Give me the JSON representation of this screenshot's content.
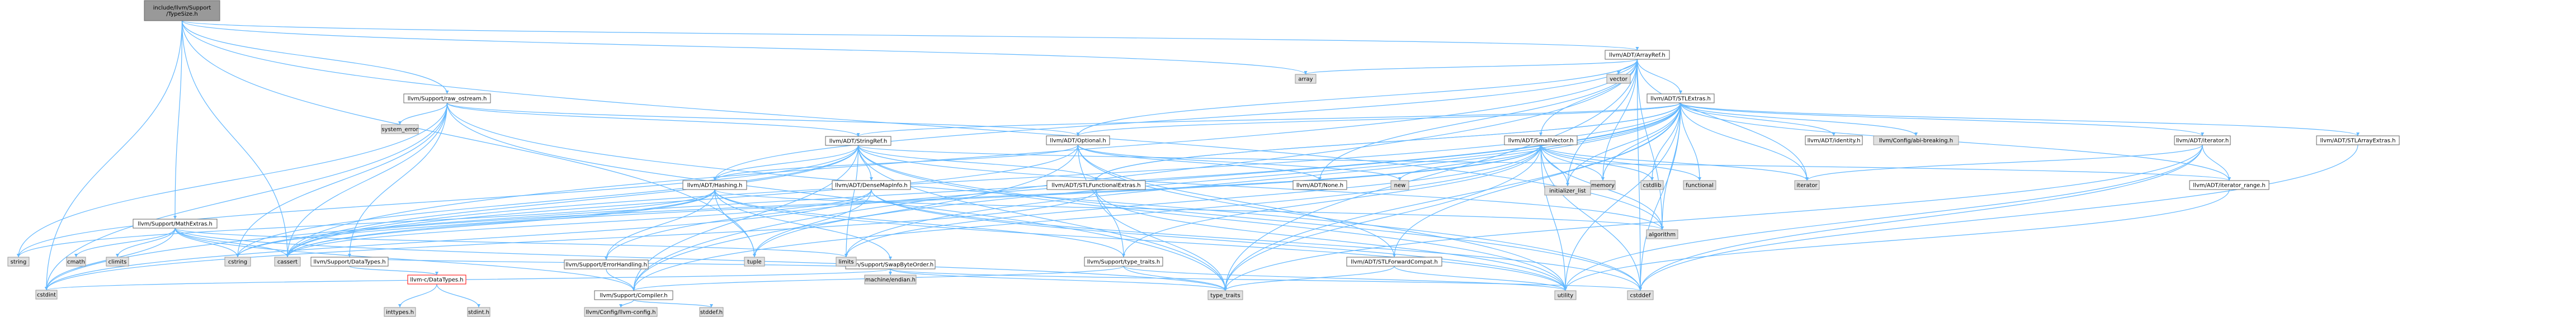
{
  "nodes": [
    {
      "id": "root",
      "label": "include/llvm/Support\n/TypeSize.h",
      "kind": "root"
    },
    {
      "id": "arrayref",
      "label": "llvm/ADT/ArrayRef.h",
      "kind": "header"
    },
    {
      "id": "vector",
      "label": "vector",
      "kind": "system"
    },
    {
      "id": "array",
      "label": "array",
      "kind": "system"
    },
    {
      "id": "rawos",
      "label": "llvm/Support/raw_ostream.h",
      "kind": "header"
    },
    {
      "id": "stlextras",
      "label": "llvm/ADT/STLExtras.h",
      "kind": "header"
    },
    {
      "id": "mathextras",
      "label": "llvm/Support/MathExtras.h",
      "kind": "header"
    },
    {
      "id": "systemerror",
      "label": "system_error",
      "kind": "system"
    },
    {
      "id": "stringref",
      "label": "llvm/ADT/StringRef.h",
      "kind": "header"
    },
    {
      "id": "optional",
      "label": "llvm/ADT/Optional.h",
      "kind": "header"
    },
    {
      "id": "smallvector",
      "label": "llvm/ADT/SmallVector.h",
      "kind": "header"
    },
    {
      "id": "identity",
      "label": "llvm/ADT/identity.h",
      "kind": "header"
    },
    {
      "id": "abibreaking",
      "label": "llvm/Config/abi-breaking.h",
      "kind": "system"
    },
    {
      "id": "iteratorh",
      "label": "llvm/ADT/iterator.h",
      "kind": "header"
    },
    {
      "id": "stlarrayextras",
      "label": "llvm/ADT/STLArrayExtras.h",
      "kind": "header"
    },
    {
      "id": "hashing",
      "label": "llvm/ADT/Hashing.h",
      "kind": "header"
    },
    {
      "id": "densemapinfo",
      "label": "llvm/ADT/DenseMapInfo.h",
      "kind": "header"
    },
    {
      "id": "stlfunctional",
      "label": "llvm/ADT/STLFunctionalExtras.h",
      "kind": "header"
    },
    {
      "id": "none",
      "label": "llvm/ADT/None.h",
      "kind": "header"
    },
    {
      "id": "new",
      "label": "new",
      "kind": "system"
    },
    {
      "id": "initlist",
      "label": "initializer_list",
      "kind": "system"
    },
    {
      "id": "memory",
      "label": "memory",
      "kind": "system"
    },
    {
      "id": "cstdlib",
      "label": "cstdlib",
      "kind": "system"
    },
    {
      "id": "functional",
      "label": "functional",
      "kind": "system"
    },
    {
      "id": "iterator",
      "label": "iterator",
      "kind": "system"
    },
    {
      "id": "iterrange",
      "label": "llvm/ADT/iterator_range.h",
      "kind": "header"
    },
    {
      "id": "algorithm",
      "label": "algorithm",
      "kind": "system"
    },
    {
      "id": "string",
      "label": "string",
      "kind": "system"
    },
    {
      "id": "cmath",
      "label": "cmath",
      "kind": "system"
    },
    {
      "id": "climits",
      "label": "climits",
      "kind": "system"
    },
    {
      "id": "cstring",
      "label": "cstring",
      "kind": "system"
    },
    {
      "id": "cassert",
      "label": "cassert",
      "kind": "system"
    },
    {
      "id": "datatypes",
      "label": "llvm/Support/DataTypes.h",
      "kind": "header"
    },
    {
      "id": "errorhandling",
      "label": "llvm/Support/ErrorHandling.h",
      "kind": "header"
    },
    {
      "id": "swapbyteorder",
      "label": "llvm/Support/SwapByteOrder.h",
      "kind": "header"
    },
    {
      "id": "tuple",
      "label": "tuple",
      "kind": "system"
    },
    {
      "id": "limits",
      "label": "limits",
      "kind": "system"
    },
    {
      "id": "typetraitsh",
      "label": "llvm/Support/type_traits.h",
      "kind": "header"
    },
    {
      "id": "stlforward",
      "label": "llvm/ADT/STLForwardCompat.h",
      "kind": "header"
    },
    {
      "id": "cstdint",
      "label": "cstdint",
      "kind": "system"
    },
    {
      "id": "cdatatypes",
      "label": "llvm-c/DataTypes.h",
      "kind": "bad"
    },
    {
      "id": "compiler",
      "label": "llvm/Support/Compiler.h",
      "kind": "header"
    },
    {
      "id": "machendian",
      "label": "machine/endian.h",
      "kind": "system"
    },
    {
      "id": "typetraits",
      "label": "type_traits",
      "kind": "system"
    },
    {
      "id": "utility",
      "label": "utility",
      "kind": "system"
    },
    {
      "id": "cstddef",
      "label": "cstddef",
      "kind": "system"
    },
    {
      "id": "inttypes",
      "label": "inttypes.h",
      "kind": "system"
    },
    {
      "id": "stdint",
      "label": "stdint.h",
      "kind": "system"
    },
    {
      "id": "llvmconfig",
      "label": "llvm/Config/llvm-config.h",
      "kind": "system"
    },
    {
      "id": "stddef",
      "label": "stddef.h",
      "kind": "system"
    }
  ],
  "edges": [
    [
      "root",
      "arrayref"
    ],
    [
      "root",
      "rawos"
    ],
    [
      "root",
      "mathextras"
    ],
    [
      "root",
      "cassert"
    ],
    [
      "root",
      "cstdint"
    ],
    [
      "root",
      "algorithm"
    ],
    [
      "root",
      "array"
    ],
    [
      "root",
      "tuple"
    ],
    [
      "arrayref",
      "vector"
    ],
    [
      "arrayref",
      "array"
    ],
    [
      "arrayref",
      "stlextras"
    ],
    [
      "arrayref",
      "smallvector"
    ],
    [
      "arrayref",
      "hashing"
    ],
    [
      "arrayref",
      "none"
    ],
    [
      "arrayref",
      "optional"
    ],
    [
      "arrayref",
      "compiler"
    ],
    [
      "arrayref",
      "algorithm"
    ],
    [
      "arrayref",
      "cassert"
    ],
    [
      "arrayref",
      "cstddef"
    ],
    [
      "arrayref",
      "initlist"
    ],
    [
      "arrayref",
      "iterator"
    ],
    [
      "arrayref",
      "memory"
    ],
    [
      "arrayref",
      "typetraits"
    ],
    [
      "rawos",
      "stringref"
    ],
    [
      "rawos",
      "optional"
    ],
    [
      "rawos",
      "datatypes"
    ],
    [
      "rawos",
      "cassert"
    ],
    [
      "rawos",
      "cstddef"
    ],
    [
      "rawos",
      "cstdint"
    ],
    [
      "rawos",
      "cstring"
    ],
    [
      "rawos",
      "string"
    ],
    [
      "rawos",
      "systemerror"
    ],
    [
      "rawos",
      "typetraits"
    ],
    [
      "stlextras",
      "identity"
    ],
    [
      "stlextras",
      "abibreaking"
    ],
    [
      "stlextras",
      "iteratorh"
    ],
    [
      "stlextras",
      "stlarrayextras"
    ],
    [
      "stlextras",
      "iterrange"
    ],
    [
      "stlextras",
      "stlforward"
    ],
    [
      "stlextras",
      "stlfunctional"
    ],
    [
      "stlextras",
      "errorhandling"
    ],
    [
      "stlextras",
      "optional"
    ],
    [
      "stlextras",
      "algorithm"
    ],
    [
      "stlextras",
      "cassert"
    ],
    [
      "stlextras",
      "cstddef"
    ],
    [
      "stlextras",
      "cstdint"
    ],
    [
      "stlextras",
      "cstdlib"
    ],
    [
      "stlextras",
      "functional"
    ],
    [
      "stlextras",
      "initlist"
    ],
    [
      "stlextras",
      "iterator"
    ],
    [
      "stlextras",
      "limits"
    ],
    [
      "stlextras",
      "memory"
    ],
    [
      "stlextras",
      "tuple"
    ],
    [
      "stlextras",
      "typetraits"
    ],
    [
      "stlextras",
      "utility"
    ],
    [
      "mathextras",
      "compiler"
    ],
    [
      "mathextras",
      "cassert"
    ],
    [
      "mathextras",
      "climits"
    ],
    [
      "mathextras",
      "cmath"
    ],
    [
      "mathextras",
      "cstdint"
    ],
    [
      "mathextras",
      "cstring"
    ],
    [
      "mathextras",
      "limits"
    ],
    [
      "mathextras",
      "typetraits"
    ],
    [
      "stringref",
      "stlfunctional"
    ],
    [
      "stringref",
      "stlextras"
    ],
    [
      "stringref",
      "iterrange"
    ],
    [
      "stringref",
      "compiler"
    ],
    [
      "stringref",
      "hashing"
    ],
    [
      "stringref",
      "densemapinfo"
    ],
    [
      "stringref",
      "algorithm"
    ],
    [
      "stringref",
      "cassert"
    ],
    [
      "stringref",
      "cstddef"
    ],
    [
      "stringref",
      "cstring"
    ],
    [
      "stringref",
      "limits"
    ],
    [
      "stringref",
      "string"
    ],
    [
      "stringref",
      "typetraits"
    ],
    [
      "stringref",
      "utility"
    ],
    [
      "optional",
      "hashing"
    ],
    [
      "optional",
      "none"
    ],
    [
      "optional",
      "stlforward"
    ],
    [
      "optional",
      "compiler"
    ],
    [
      "optional",
      "typetraitsh"
    ],
    [
      "optional",
      "cassert"
    ],
    [
      "optional",
      "new"
    ],
    [
      "optional",
      "utility"
    ],
    [
      "smallvector",
      "compiler"
    ],
    [
      "smallvector",
      "typetraitsh"
    ],
    [
      "smallvector",
      "algorithm"
    ],
    [
      "smallvector",
      "cassert"
    ],
    [
      "smallvector",
      "cstddef"
    ],
    [
      "smallvector",
      "cstdlib"
    ],
    [
      "smallvector",
      "cstring"
    ],
    [
      "smallvector",
      "functional"
    ],
    [
      "smallvector",
      "initlist"
    ],
    [
      "smallvector",
      "iterator"
    ],
    [
      "smallvector",
      "limits"
    ],
    [
      "smallvector",
      "memory"
    ],
    [
      "smallvector",
      "new"
    ],
    [
      "smallvector",
      "typetraits"
    ],
    [
      "smallvector",
      "utility"
    ],
    [
      "iteratorh",
      "iterrange"
    ],
    [
      "iteratorh",
      "cstddef"
    ],
    [
      "iteratorh",
      "iterator"
    ],
    [
      "iteratorh",
      "typetraits"
    ],
    [
      "iteratorh",
      "utility"
    ],
    [
      "stlarrayextras",
      "cstddef"
    ],
    [
      "hashing",
      "errorhandling"
    ],
    [
      "hashing",
      "swapbyteorder"
    ],
    [
      "hashing",
      "typetraitsh"
    ],
    [
      "hashing",
      "algorithm"
    ],
    [
      "hashing",
      "cassert"
    ],
    [
      "hashing",
      "cstring"
    ],
    [
      "hashing",
      "string"
    ],
    [
      "hashing",
      "tuple"
    ],
    [
      "hashing",
      "utility"
    ],
    [
      "densemapinfo",
      "cassert"
    ],
    [
      "densemapinfo",
      "cstddef"
    ],
    [
      "densemapinfo",
      "cstdint"
    ],
    [
      "densemapinfo",
      "tuple"
    ],
    [
      "densemapinfo",
      "utility"
    ],
    [
      "stlfunctional",
      "stlextras"
    ],
    [
      "stlfunctional",
      "cstdint"
    ],
    [
      "stlfunctional",
      "typetraits"
    ],
    [
      "stlfunctional",
      "utility"
    ],
    [
      "iterrange",
      "utility"
    ],
    [
      "datatypes",
      "cdatatypes"
    ],
    [
      "errorhandling",
      "compiler"
    ],
    [
      "swapbyteorder",
      "datatypes"
    ],
    [
      "swapbyteorder",
      "cstddef"
    ],
    [
      "swapbyteorder",
      "cstdint"
    ],
    [
      "swapbyteorder",
      "typetraits"
    ],
    [
      "swapbyteorder",
      "machendian"
    ],
    [
      "typetraitsh",
      "compiler"
    ],
    [
      "typetraitsh",
      "typetraits"
    ],
    [
      "typetraitsh",
      "utility"
    ],
    [
      "stlforward",
      "typetraits"
    ],
    [
      "stlforward",
      "utility"
    ],
    [
      "cdatatypes",
      "inttypes"
    ],
    [
      "cdatatypes",
      "stdint"
    ],
    [
      "compiler",
      "llvmconfig"
    ],
    [
      "compiler",
      "stddef"
    ]
  ]
}
